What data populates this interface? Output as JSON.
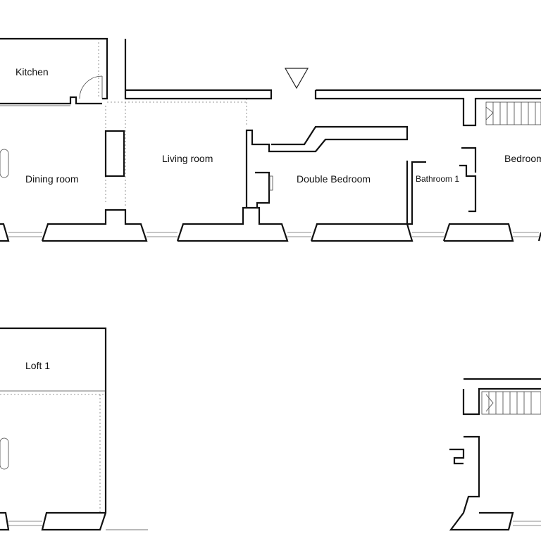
{
  "rooms": {
    "kitchen": "Kitchen",
    "dining_room": "Dining room",
    "living_room": "Living room",
    "double_bedroom": "Double Bedroom",
    "bathroom": "Bathroom 1",
    "bedroom": "Bedroom",
    "loft": "Loft 1"
  },
  "icons": {
    "entrance": "entrance-triangle-icon",
    "stairs": "stairs-icon",
    "door": "door-swing-icon"
  }
}
